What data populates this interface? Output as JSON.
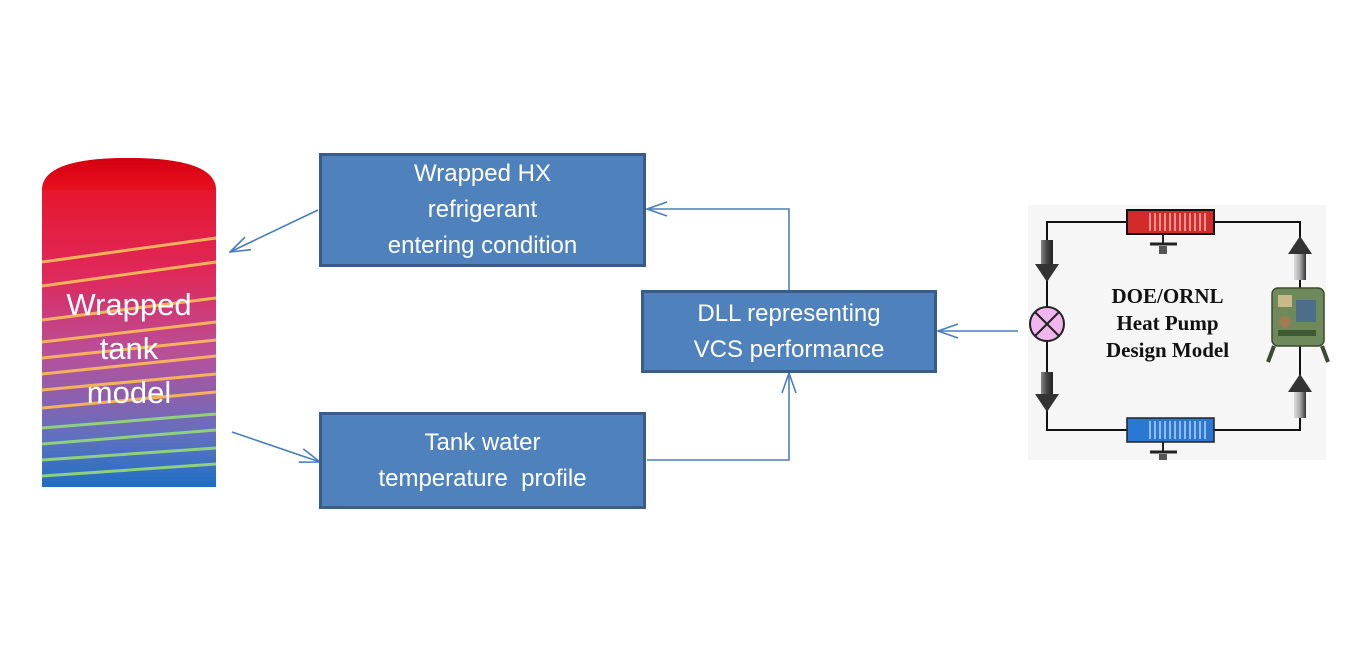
{
  "tank": {
    "label_lines": [
      "Wrapped",
      "tank",
      "model"
    ]
  },
  "boxes": {
    "wrapped_hx": {
      "lines": [
        "Wrapped HX",
        "refrigerant",
        "entering condition"
      ]
    },
    "tank_profile": {
      "lines": [
        "Tank water",
        "temperature  profile"
      ]
    },
    "dll": {
      "lines": [
        "DLL representing",
        "VCS performance"
      ]
    }
  },
  "heat_pump": {
    "title_lines": [
      "DOE/ORNL",
      "Heat Pump",
      "Design Model"
    ]
  },
  "colors": {
    "box_fill": "#4f81bd",
    "box_border": "#385d8a",
    "arrow": "#4a7ebb",
    "tank_hot": "#e8101e",
    "tank_cold": "#1c6fc4",
    "coil_warm": "#f5b25a",
    "coil_cool": "#8fd07c",
    "condenser": "#d42a2a",
    "evaporator": "#2a78d4",
    "expansion_valve": "#f2b6ee"
  },
  "icons": [
    "expansion-valve-icon",
    "compressor-icon",
    "flow-arrow-icon",
    "fan-icon"
  ]
}
